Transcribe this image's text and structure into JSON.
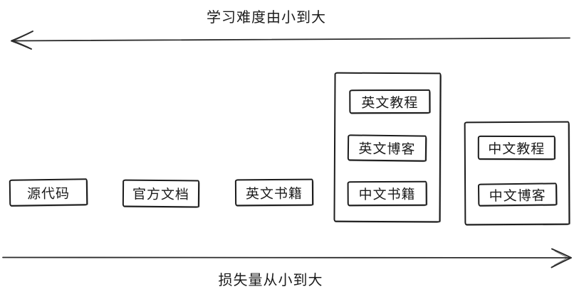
{
  "canvas": {
    "background_color": "#ffffff",
    "stroke_color": "#1c1c1c",
    "style": "hand-drawn sketch diagram"
  },
  "top_axis": {
    "label": "学习难度由小到大",
    "direction": "left"
  },
  "bottom_axis": {
    "label": "损失量从小到大",
    "direction": "right"
  },
  "items": [
    {
      "label": "源代码"
    },
    {
      "label": "官方文档"
    },
    {
      "label": "英文书籍"
    }
  ],
  "groups": [
    {
      "items": [
        {
          "label": "英文教程"
        },
        {
          "label": "英文博客"
        },
        {
          "label": "中文书籍"
        }
      ]
    },
    {
      "items": [
        {
          "label": "中文教程"
        },
        {
          "label": "中文博客"
        }
      ]
    }
  ]
}
